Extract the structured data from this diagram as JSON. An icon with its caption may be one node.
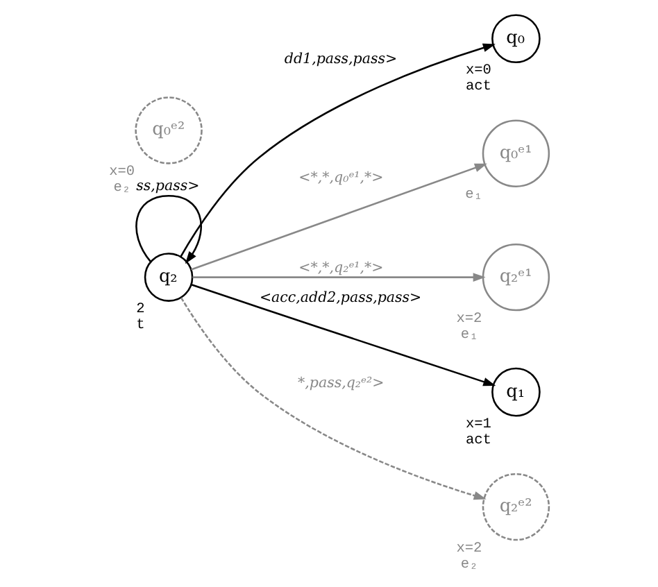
{
  "diagram": {
    "nodes": [
      {
        "text": [
          "q₀"
        ],
        "beside": [
          "x=0",
          "act"
        ]
      },
      {
        "text": [
          "q₀ᵉ¹"
        ],
        "beside": [
          "e₁"
        ]
      },
      {
        "text": [
          "q₀ᵉ²"
        ],
        "beside": [
          "x=0",
          "e₂"
        ]
      },
      {
        "text": [
          "q₂ᵉ¹"
        ],
        "beside": [
          "x=2",
          "e₁"
        ]
      },
      {
        "text": [
          "q₂"
        ],
        "beside": [
          "2",
          "t"
        ]
      },
      {
        "text": [
          "q₁"
        ],
        "beside": [
          "x=1",
          "act"
        ]
      },
      {
        "text": [
          "q₂ᵉ²"
        ],
        "beside": [
          "x=2",
          "e₂"
        ]
      }
    ],
    "edges": [
      {
        "from": 4,
        "to": 4,
        "arrow": "to",
        "label": "ss,pass>"
      },
      {
        "from": 4,
        "to": 0,
        "arrow": "to",
        "label": "dd1,pass,pass>"
      },
      {
        "from": 4,
        "to": 1,
        "arrow": "to",
        "label": "<*,*,q₀ᵉ¹,*>",
        "color": "#888888"
      },
      {
        "from": 4,
        "to": 3,
        "arrow": "to",
        "label": "<*,*,q₂ᵉ¹,*>",
        "color": "#888888"
      },
      {
        "from": 4,
        "to": 5,
        "arrow": "to",
        "label": "<acc,add2,pass,pass>"
      },
      {
        "from": 4,
        "to": 6,
        "arrow": "to",
        "label": "*,pass,q₂ᵉ²>",
        "style": "dashed",
        "color": "#888888"
      }
    ]
  }
}
